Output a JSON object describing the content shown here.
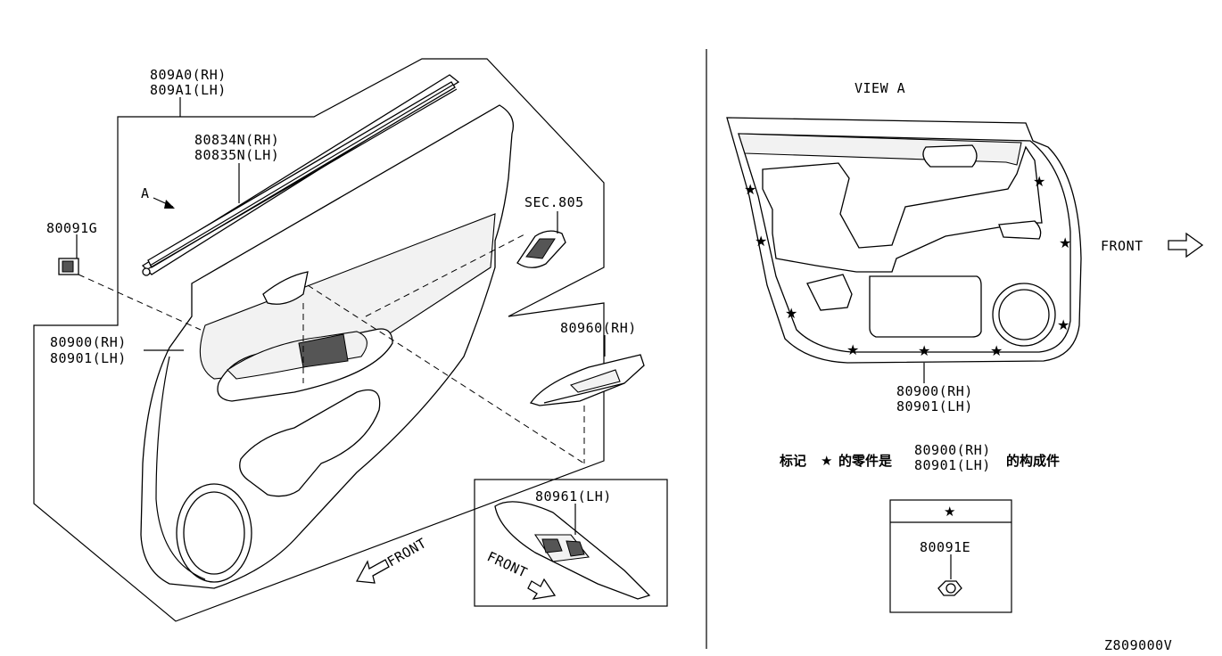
{
  "labels": {
    "trim_finisher": [
      "809A0(RH)",
      "809A1(LH)"
    ],
    "moulding": [
      "80834N(RH)",
      "80835N(LH)"
    ],
    "clip_g": "80091G",
    "view_arrow": "A",
    "sec_ref": "SEC.805",
    "door_trim_left": [
      "80900(RH)",
      "80901(LH)"
    ],
    "switch_rh": "80960(RH)",
    "switch_lh": "80961(LH)",
    "front_left": "FRONT",
    "front_inset": "FRONT",
    "view_title": "VIEW  A",
    "front_right": "FRONT",
    "door_trim_right": [
      "80900(RH)",
      "80901(LH)"
    ],
    "note_prefix": "标记",
    "note_star": "★",
    "note_middle": "的零件是",
    "note_parts": [
      "80900(RH)",
      "80901(LH)"
    ],
    "note_suffix": "的构成件",
    "legend_star": "★",
    "clip_e": "80091E",
    "diagram_code": "Z809000V"
  }
}
